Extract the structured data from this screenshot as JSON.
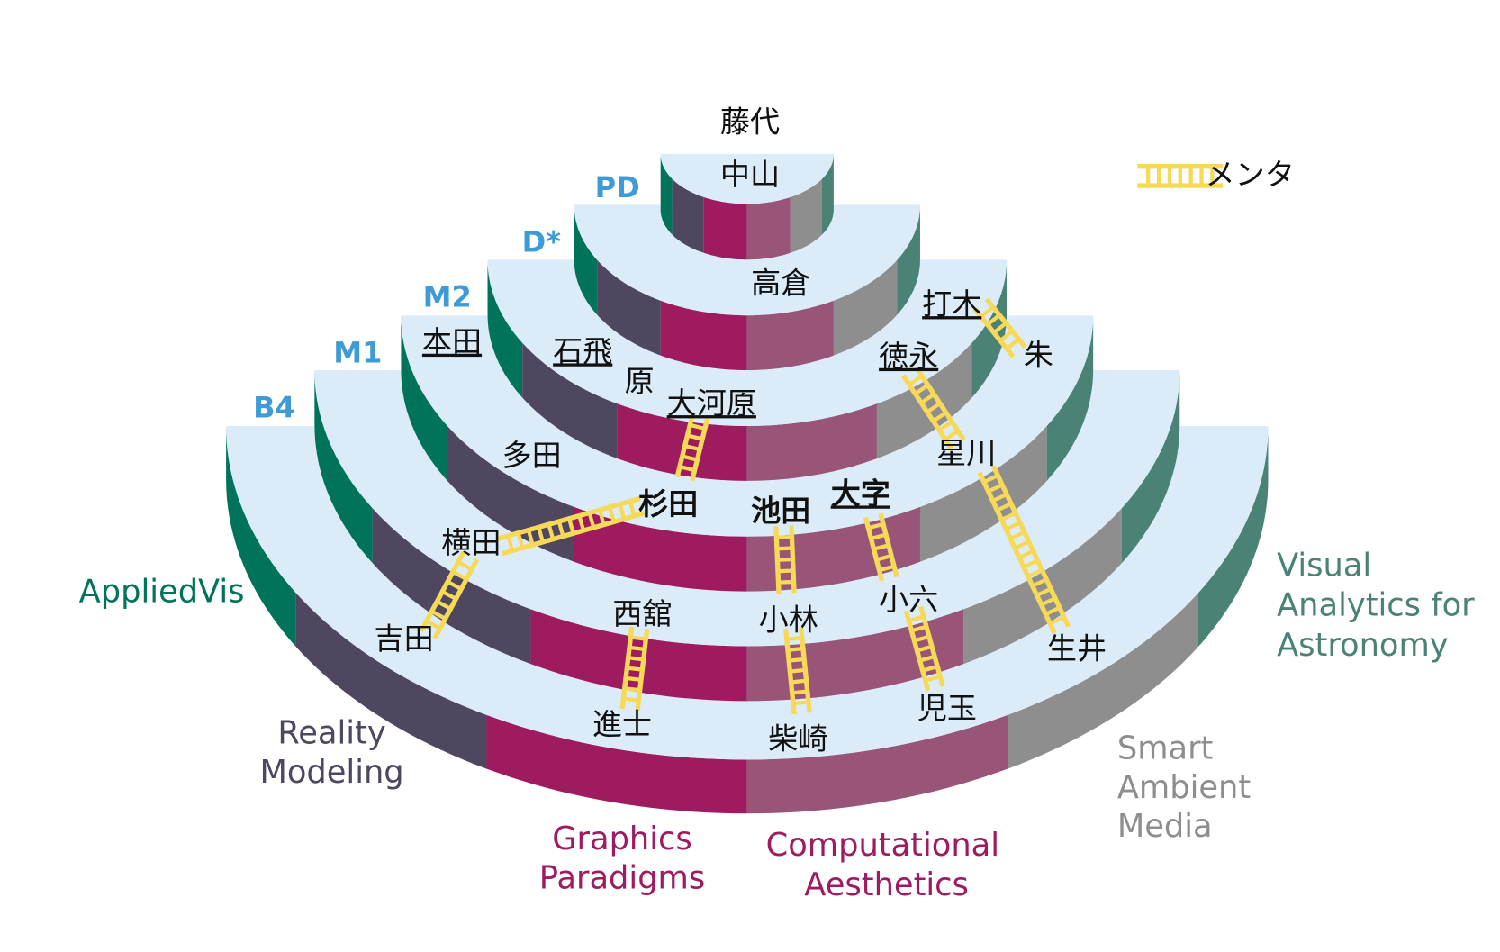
{
  "professor": "藤代",
  "levels": {
    "pd": "PD",
    "dstar": "D*",
    "m2": "M2",
    "m1": "M1",
    "b4": "B4"
  },
  "members": {
    "nakayama": "中山",
    "takakura": "高倉",
    "uchiki": "打木",
    "zhu": "朱",
    "honda": "本田",
    "ishitobi": "石飛",
    "hara": "原",
    "okawara": "大河原",
    "tokunaga": "徳永",
    "tada": "多田",
    "hoshikawa": "星川",
    "sugita": "杉田",
    "ikeda": "池田",
    "daiji": "大字",
    "yokota": "横田",
    "yoshida": "吉田",
    "nishidate": "西舘",
    "kobayashi": "小林",
    "koroku": "小六",
    "namai": "生井",
    "shinji": "進士",
    "shibasaki": "柴崎",
    "kodama": "児玉"
  },
  "groups": {
    "applied_vis": [
      "AppliedVis"
    ],
    "reality_modeling": [
      "Reality",
      "Modeling"
    ],
    "graphics_paradigms": [
      "Graphics",
      "Paradigms"
    ],
    "computational_aesthetics": [
      "Computational",
      "Aesthetics"
    ],
    "smart_ambient_media": [
      "Smart",
      "Ambient",
      "Media"
    ],
    "visual_analytics": [
      "Visual",
      "Analytics for",
      "Astronomy"
    ]
  },
  "legend": {
    "label": "メンタ"
  },
  "colors": {
    "face": "#dbecf8",
    "applied_vis": "#00735a",
    "reality_modeling": "#4f4660",
    "graphics_paradigms": "#9e1b60",
    "computational_aesthetics": "#985578",
    "smart_ambient_media": "#8e8e8e",
    "visual_analytics": "#4a8375",
    "ladder": "#f7d95a",
    "level_label": "#3f9bd6"
  }
}
